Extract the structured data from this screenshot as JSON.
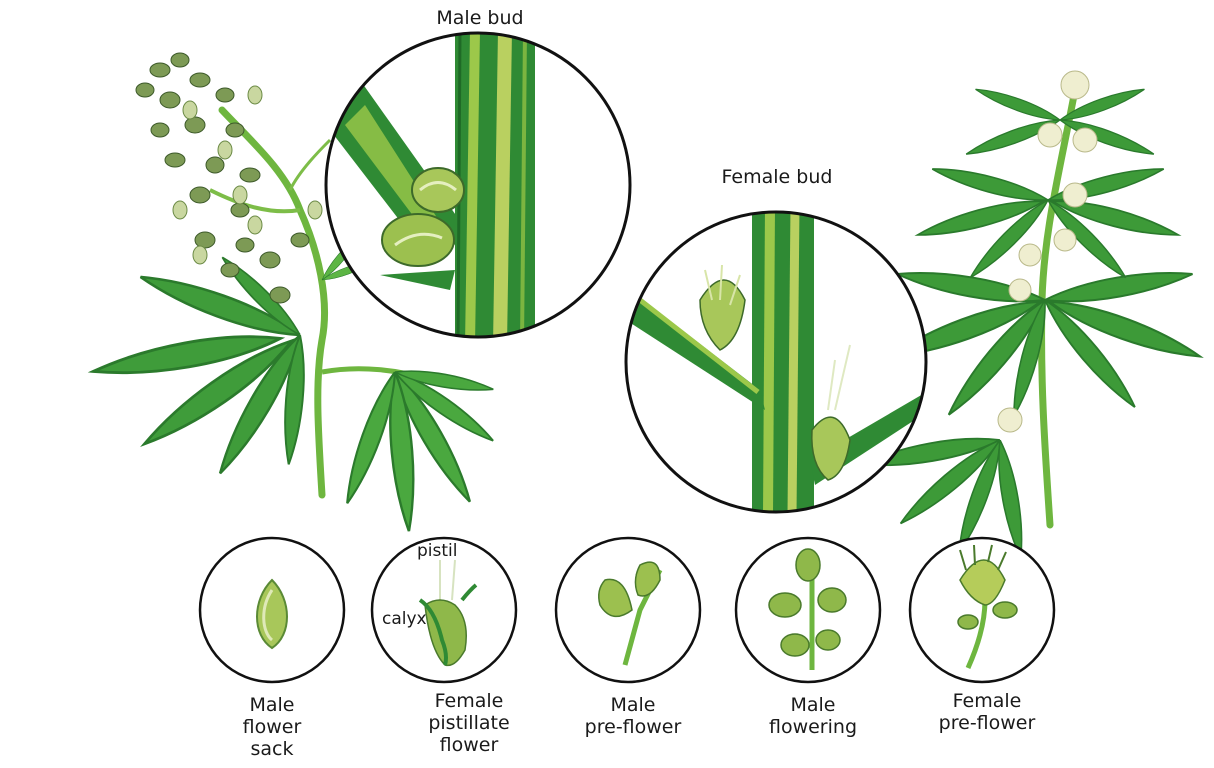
{
  "callouts": {
    "male_bud": "Male bud",
    "female_bud": "Female bud"
  },
  "stages": [
    {
      "lines": [
        "Male",
        "flower",
        "sack"
      ]
    },
    {
      "lines": [
        "Female",
        "pistillate",
        "flower"
      ]
    },
    {
      "lines": [
        "Male",
        "pre-flower"
      ]
    },
    {
      "lines": [
        "Male",
        "flowering"
      ]
    },
    {
      "lines": [
        "Female",
        "pre-flower"
      ]
    }
  ],
  "parts": {
    "pistil": "pistil",
    "calyx": "calyx"
  },
  "colors": {
    "leaf_dark": "#2f8a34",
    "leaf_light": "#6cc24a",
    "stem_light": "#9cc84a",
    "pod": "#8fb84a",
    "flower_white": "#efeed0",
    "outline": "#111111"
  }
}
